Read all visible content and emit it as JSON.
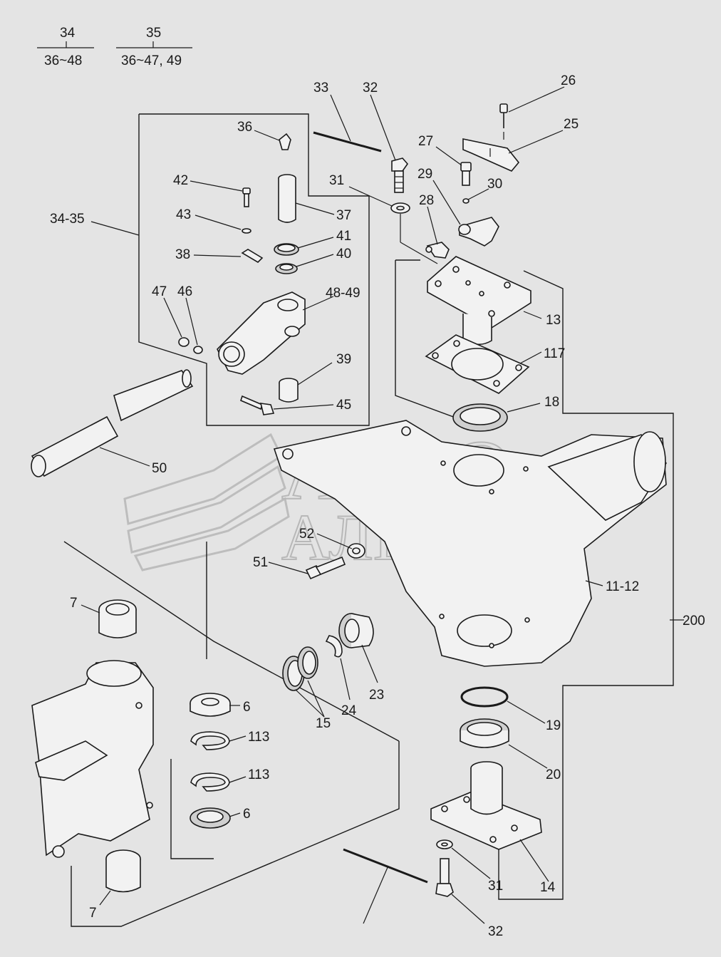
{
  "header": {
    "group_a": {
      "top": "34",
      "bottom": "36~48"
    },
    "group_b": {
      "top": "35",
      "bottom": "36~47, 49"
    }
  },
  "watermark": {
    "line1": "АВТО",
    "line2": "АЛЬЯНС"
  },
  "callouts": [
    {
      "id": "c26",
      "text": "26"
    },
    {
      "id": "c25",
      "text": "25"
    },
    {
      "id": "c27",
      "text": "27"
    },
    {
      "id": "c29",
      "text": "29"
    },
    {
      "id": "c30",
      "text": "30"
    },
    {
      "id": "c28",
      "text": "28"
    },
    {
      "id": "c33",
      "text": "33"
    },
    {
      "id": "c32a",
      "text": "32"
    },
    {
      "id": "c31a",
      "text": "31"
    },
    {
      "id": "c36",
      "text": "36"
    },
    {
      "id": "c42",
      "text": "42"
    },
    {
      "id": "c43",
      "text": "43"
    },
    {
      "id": "c37",
      "text": "37"
    },
    {
      "id": "c41",
      "text": "41"
    },
    {
      "id": "c40",
      "text": "40"
    },
    {
      "id": "c38",
      "text": "38"
    },
    {
      "id": "c3435",
      "text": "34-35"
    },
    {
      "id": "c47",
      "text": "47"
    },
    {
      "id": "c46",
      "text": "46"
    },
    {
      "id": "c4849",
      "text": "48-49"
    },
    {
      "id": "c39",
      "text": "39"
    },
    {
      "id": "c45",
      "text": "45"
    },
    {
      "id": "c13",
      "text": "13"
    },
    {
      "id": "c117",
      "text": "117"
    },
    {
      "id": "c18",
      "text": "18"
    },
    {
      "id": "c50",
      "text": "50"
    },
    {
      "id": "c52",
      "text": "52"
    },
    {
      "id": "c51",
      "text": "51"
    },
    {
      "id": "c1112",
      "text": "11-12"
    },
    {
      "id": "c200",
      "text": "200"
    },
    {
      "id": "c7a",
      "text": "7"
    },
    {
      "id": "c23",
      "text": "23"
    },
    {
      "id": "c24",
      "text": "24"
    },
    {
      "id": "c15",
      "text": "15"
    },
    {
      "id": "c6a",
      "text": "6"
    },
    {
      "id": "c113a",
      "text": "113"
    },
    {
      "id": "c113b",
      "text": "113"
    },
    {
      "id": "c6b",
      "text": "6"
    },
    {
      "id": "c19",
      "text": "19"
    },
    {
      "id": "c20",
      "text": "20"
    },
    {
      "id": "c14",
      "text": "14"
    },
    {
      "id": "c31b",
      "text": "31"
    },
    {
      "id": "c7b",
      "text": "7"
    },
    {
      "id": "c32b",
      "text": "32"
    }
  ]
}
